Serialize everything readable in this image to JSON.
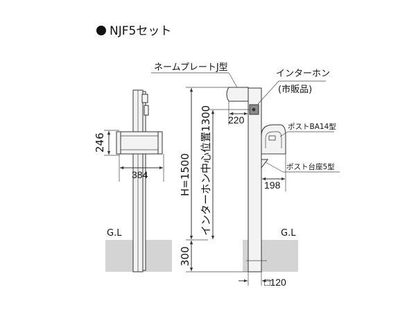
{
  "title": "NJF5セット",
  "labels": {
    "nameplate": "ネームプレートJ型",
    "intercom": "インターホン",
    "intercom_note": "(市販品)",
    "post_ba14": "ポストBA14型",
    "post_base": "ポスト台座5型",
    "gl_left": "G.L",
    "gl_right": "G.L"
  },
  "dimensions": {
    "height_total": "H=1500",
    "intercom_center": "インターホン中心位置1300",
    "embed_depth": "300",
    "post_width": "□120",
    "nameplate_offset": "220",
    "mailbox_offset": "198",
    "mailbox_height": "246",
    "mailbox_width": "384"
  }
}
